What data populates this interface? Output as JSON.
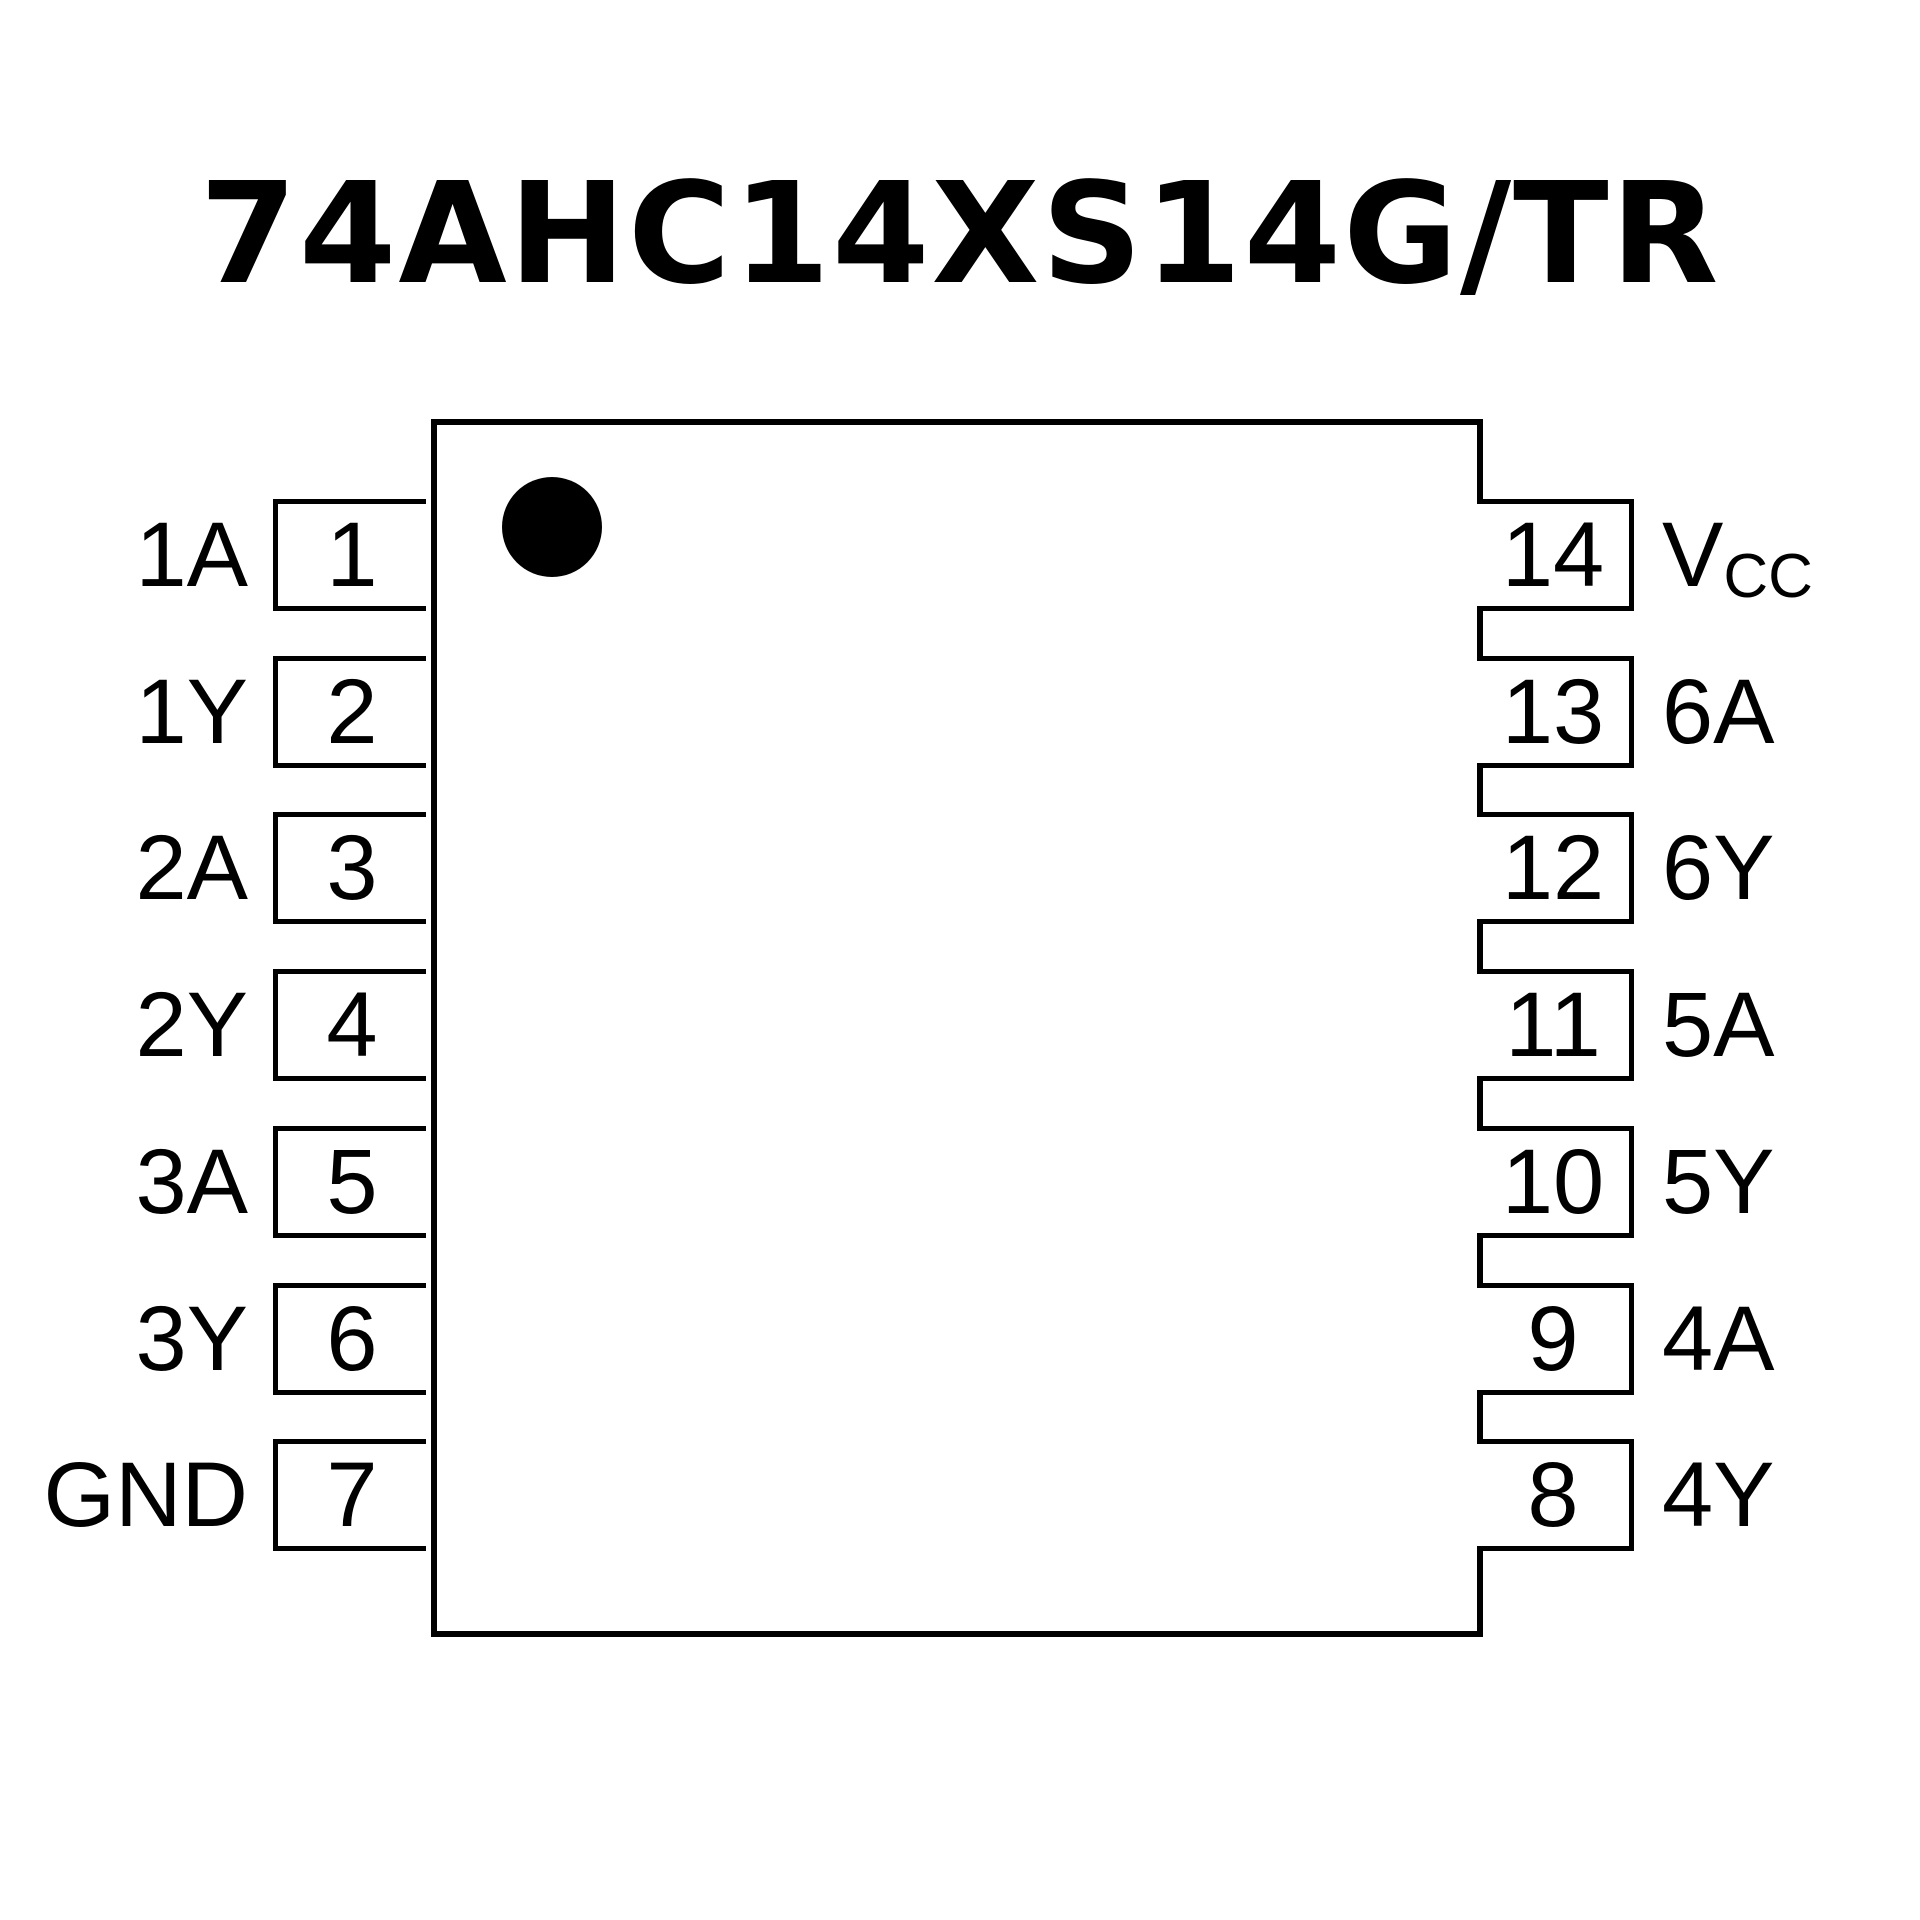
{
  "title": "74AHC14XS14G/TR",
  "pins_left": [
    {
      "number": "1",
      "name": "1A"
    },
    {
      "number": "2",
      "name": "1Y"
    },
    {
      "number": "3",
      "name": "2A"
    },
    {
      "number": "4",
      "name": "2Y"
    },
    {
      "number": "5",
      "name": "3A"
    },
    {
      "number": "6",
      "name": "3Y"
    },
    {
      "number": "7",
      "name": "GND"
    }
  ],
  "pins_right": [
    {
      "number": "14",
      "name": "V",
      "sub": "CC"
    },
    {
      "number": "13",
      "name": "6A"
    },
    {
      "number": "12",
      "name": "6Y"
    },
    {
      "number": "11",
      "name": "5A"
    },
    {
      "number": "10",
      "name": "5Y"
    },
    {
      "number": "9",
      "name": "4A"
    },
    {
      "number": "8",
      "name": "4Y"
    }
  ]
}
